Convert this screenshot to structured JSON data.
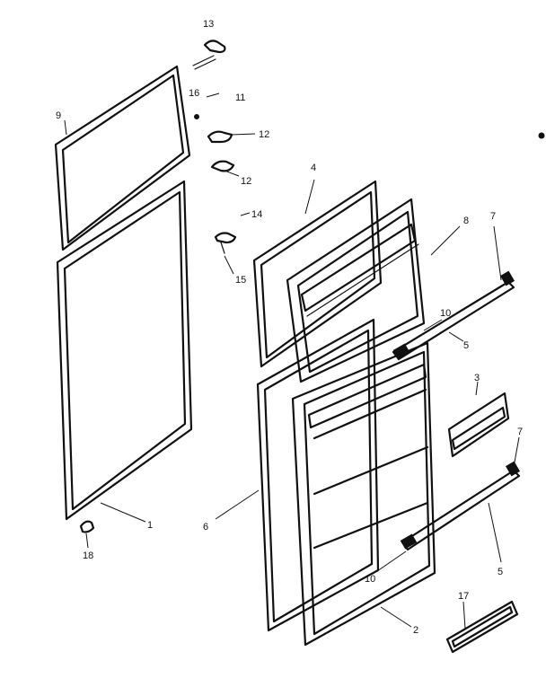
{
  "callouts": {
    "l13": "13",
    "l16": "16",
    "l11": "11",
    "l9": "9",
    "l12a": "12",
    "l12b": "12",
    "l14": "14",
    "l15": "15",
    "l4": "4",
    "l8": "8",
    "l7a": "7",
    "l10a": "10",
    "l5a": "5",
    "l3": "3",
    "l7b": "7",
    "l6": "6",
    "l1": "1",
    "l18": "18",
    "l10b": "10",
    "l5b": "5",
    "l17": "17",
    "l2": "2"
  }
}
